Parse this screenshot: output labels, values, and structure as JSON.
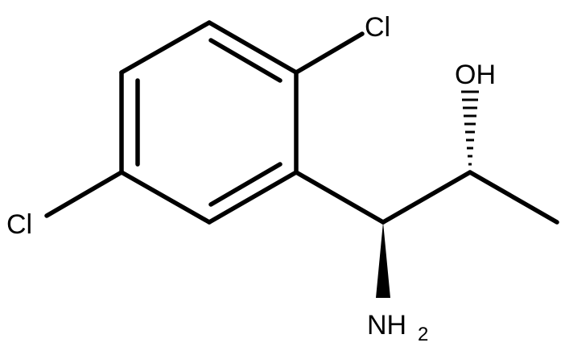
{
  "molecule": {
    "atoms": {
      "cl_top": "Cl",
      "cl_left": "Cl",
      "oh": "OH",
      "nh2_main": "NH",
      "nh2_sub": "2"
    }
  }
}
